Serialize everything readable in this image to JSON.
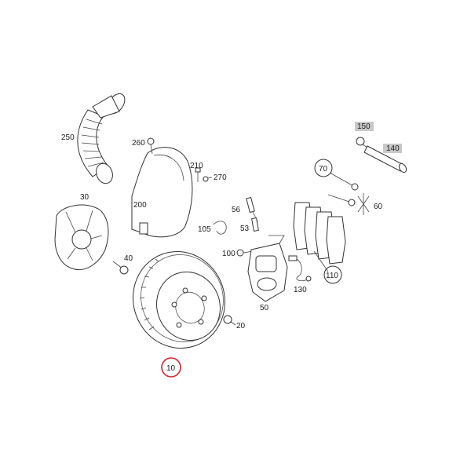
{
  "colors": {
    "line": "#333333",
    "label": "#222222",
    "highlight_circle": "#d9232e",
    "label_box": "#c8c8c8"
  },
  "labels": {
    "p10": "10",
    "p20": "20",
    "p30": "30",
    "p40": "40",
    "p50": "50",
    "p53": "53",
    "p56": "56",
    "p60": "60",
    "p70": "70",
    "p100": "100",
    "p105": "105",
    "p110": "110",
    "p130": "130",
    "p140": "140",
    "p150": "150",
    "p200": "200",
    "p210": "210",
    "p250": "250",
    "p260": "260",
    "p270": "270"
  },
  "highlighted_part": "10",
  "boxed_parts": [
    "150",
    "140"
  ]
}
